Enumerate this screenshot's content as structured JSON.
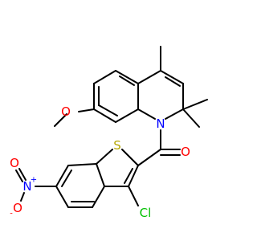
{
  "molecule": {
    "atoms": {
      "O_methoxy": {
        "symbol": "O",
        "color": "#ff0000"
      },
      "N_ring": {
        "symbol": "N",
        "color": "#0000ff"
      },
      "S_ring": {
        "symbol": "S",
        "color": "#b5a600"
      },
      "O_carbonyl": {
        "symbol": "O",
        "color": "#ff0000"
      },
      "Cl": {
        "symbol": "Cl",
        "color": "#00c000"
      },
      "N_nitro": {
        "symbol": "N",
        "charge": "+",
        "color": "#0000ff"
      },
      "O_nitro_top": {
        "symbol": "O",
        "color": "#ff0000"
      },
      "O_nitro_bottom": {
        "symbol": "O",
        "charge": "-",
        "color": "#ff0000"
      }
    },
    "bond_color": "#000000"
  }
}
